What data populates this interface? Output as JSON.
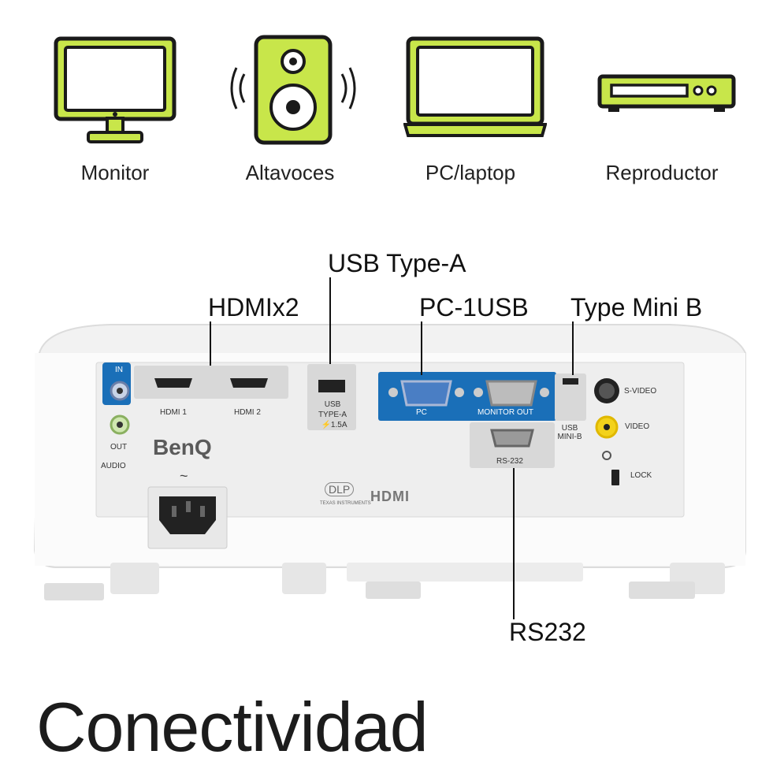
{
  "devices": [
    {
      "label": "Monitor",
      "icon": "monitor-icon"
    },
    {
      "label": "Altavoces",
      "icon": "speaker-icon"
    },
    {
      "label": "PC/laptop",
      "icon": "laptop-icon"
    },
    {
      "label": "Reproductor",
      "icon": "player-icon"
    }
  ],
  "callouts": {
    "usb_type_a": "USB Type-A",
    "hdmi": "HDMIx2",
    "pc_usb": "PC-1USB",
    "mini_b": "Type Mini B",
    "rs232": "RS232"
  },
  "ports": {
    "audio_in": "IN",
    "audio_out": "OUT",
    "audio": "AUDIO",
    "hdmi1": "HDMI 1",
    "hdmi2": "HDMI 2",
    "usb_a_line1": "USB",
    "usb_a_line2": "TYPE-A",
    "usb_a_line3": "⚡1.5A",
    "pc": "PC",
    "monitor_out": "MONITOR OUT",
    "usb_mini_line1": "USB",
    "usb_mini_line2": "MINI-B",
    "s_video": "S-VIDEO",
    "video": "VIDEO",
    "lock": "LOCK",
    "rs232_port": "RS-232",
    "power_symbol": "~"
  },
  "brand": {
    "name": "BenQ",
    "dlp": "DLP",
    "dlp_sub": "TEXAS INSTRUMENTS",
    "hdmi_logo": "HDMI"
  },
  "title": "Conectividad",
  "colors": {
    "accent_green": "#c8e64a",
    "outline": "#1a1a1a",
    "vga_blue": "#1a6fb8"
  }
}
